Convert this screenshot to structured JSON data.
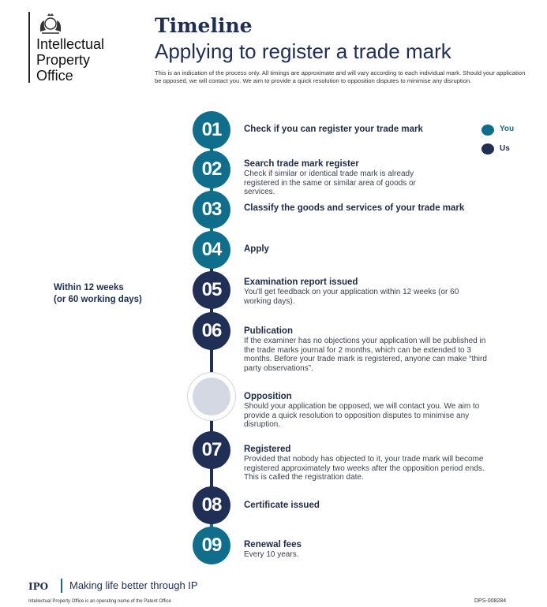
{
  "header": {
    "org_name": [
      "Intellectual",
      "Property",
      "Office"
    ],
    "title": "Timeline",
    "subtitle": "Applying to register a trade mark",
    "intro": "This is an indication of the process only. All timings are approximate and will vary according to each individual mark. Should your application be opposed, we will contact you. We aim to provide a quick resolution to opposition disputes to minimise any disruption."
  },
  "legend": {
    "you": "You",
    "us": "Us",
    "you_color": "#0f6e8c",
    "us_color": "#1f2f56"
  },
  "side_note": [
    "Within 12 weeks",
    "(or 60 working days)"
  ],
  "steps": [
    {
      "num": "01",
      "title": "Check if you can register your trade mark",
      "desc": "",
      "actor": "you"
    },
    {
      "num": "02",
      "title": "Search trade mark register",
      "desc": "Check if similar or identical trade mark is already registered in the same or similar area of goods or services.",
      "actor": "you"
    },
    {
      "num": "03",
      "title": "Classify the goods and services of your trade mark",
      "desc": "",
      "actor": "you"
    },
    {
      "num": "04",
      "title": "Apply",
      "desc": "",
      "actor": "you"
    },
    {
      "num": "05",
      "title": "Examination report issued",
      "desc": "You'll get feedback on your application within 12 weeks (or 60 working days).",
      "actor": "us"
    },
    {
      "num": "06",
      "title": "Publication",
      "desc": "If the examiner has no objections your application will be published in the trade marks journal for 2 months, which can be extended to 3 months. Before your trade mark is registered, anyone can make “third party observations”.",
      "actor": "us"
    },
    {
      "num": "",
      "title": "Opposition",
      "desc": "Should your application be opposed, we will contact you. We aim to provide a quick resolution to opposition disputes to minimise any disruption.",
      "actor": "optional"
    },
    {
      "num": "07",
      "title": "Registered",
      "desc": "Provided that nobody has objected to it, your trade mark will become registered approximately two weeks after the opposition period ends. This is called the registration date.",
      "actor": "us"
    },
    {
      "num": "08",
      "title": "Certificate issued",
      "desc": "",
      "actor": "us"
    },
    {
      "num": "09",
      "title": "Renewal fees",
      "desc": "Every 10 years.",
      "actor": "you"
    }
  ],
  "footer": {
    "ipo": "IPO",
    "tagline": "Making life better through IP",
    "operating": "Intellectual Property Office is an operating name of the Patent Office",
    "ref": "DPS-008284"
  }
}
